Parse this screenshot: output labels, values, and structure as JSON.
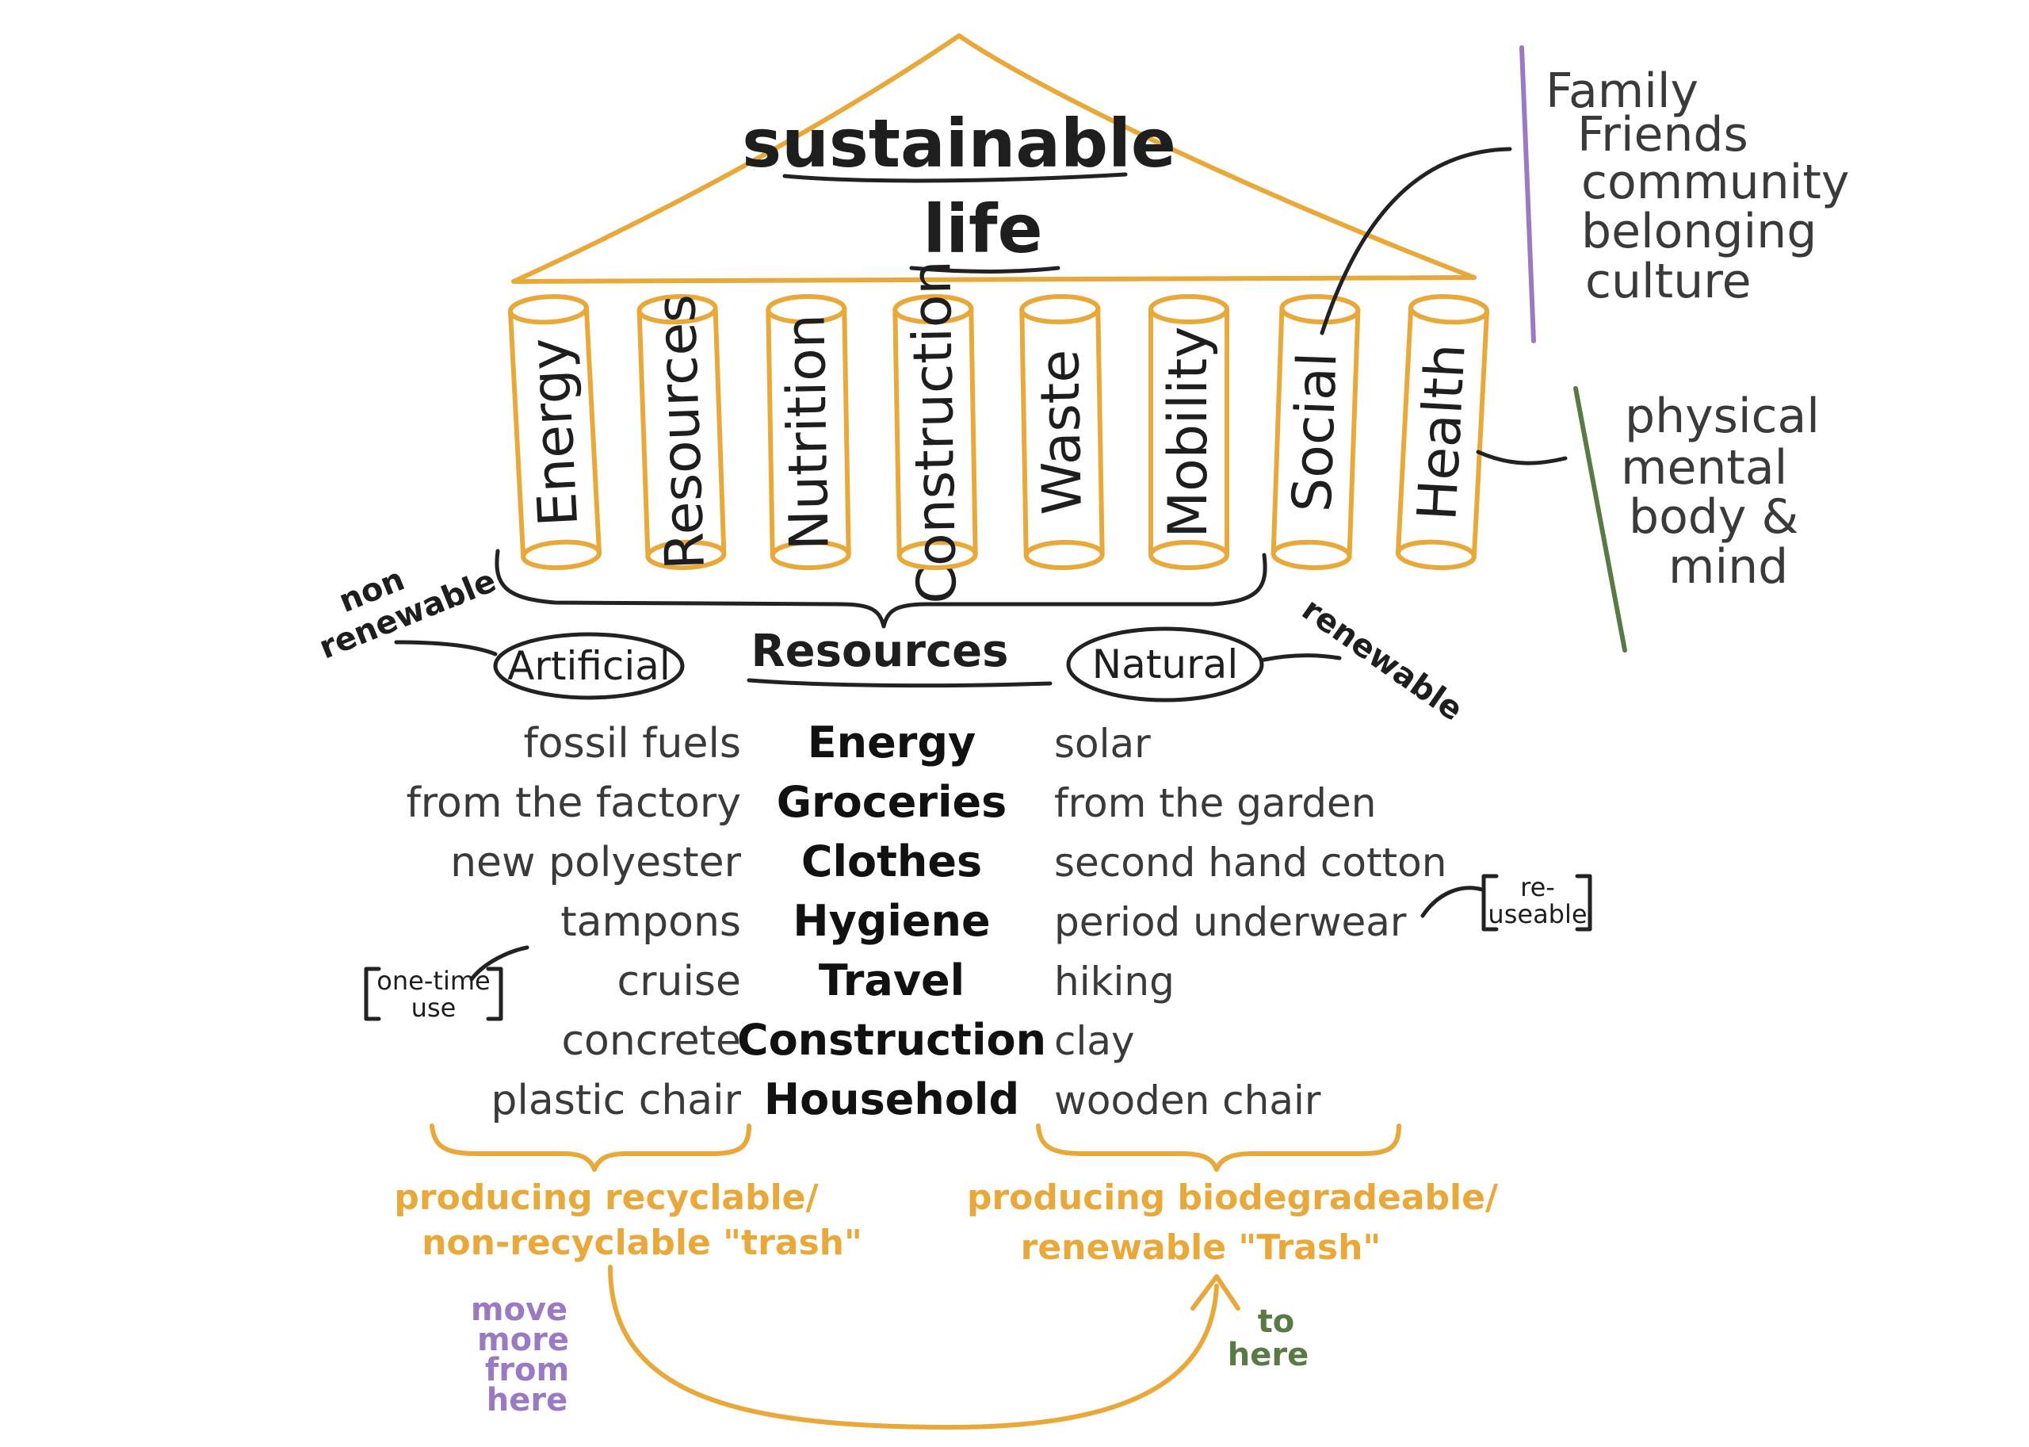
{
  "title": {
    "line1": "sustainable",
    "line2": "life"
  },
  "pillars": [
    "Energy",
    "Resources",
    "Nutrition",
    "Construction",
    "Waste",
    "Mobility",
    "Social",
    "Health"
  ],
  "social_notes": [
    "Family",
    "Friends",
    "community",
    "belonging",
    "culture"
  ],
  "health_notes": [
    "physical",
    "mental",
    "body &",
    "mind"
  ],
  "resources": {
    "title": "Resources",
    "left_oval": "Artificial",
    "right_oval": "Natural",
    "left_tag": [
      "non",
      "renewable"
    ],
    "right_tag": "renewable",
    "categories": [
      "Energy",
      "Groceries",
      "Clothes",
      "Hygiene",
      "Travel",
      "Construction",
      "Household"
    ],
    "artificial": [
      "fossil fuels",
      "from the factory",
      "new polyester",
      "tampons",
      "cruise",
      "concrete",
      "plastic chair"
    ],
    "natural": [
      "solar",
      "from the garden",
      "second hand cotton",
      "period underwear",
      "hiking",
      "clay",
      "wooden chair"
    ],
    "one_time_use": [
      "one-time",
      "use"
    ],
    "reuseable": [
      "re-",
      "useable"
    ]
  },
  "outcomes": {
    "left": [
      "producing recyclable/",
      "non-recyclable \"trash\""
    ],
    "right": [
      "producing biodegradeable/",
      "renewable \"Trash\""
    ]
  },
  "arrow_notes": {
    "from": [
      "move",
      "more",
      "from",
      "here"
    ],
    "to": [
      "to",
      "here"
    ]
  },
  "colors": {
    "gold": "#e8a83a",
    "ink": "#1e1e1e",
    "purple": "#9a7ac0",
    "green": "#5a7a45"
  }
}
